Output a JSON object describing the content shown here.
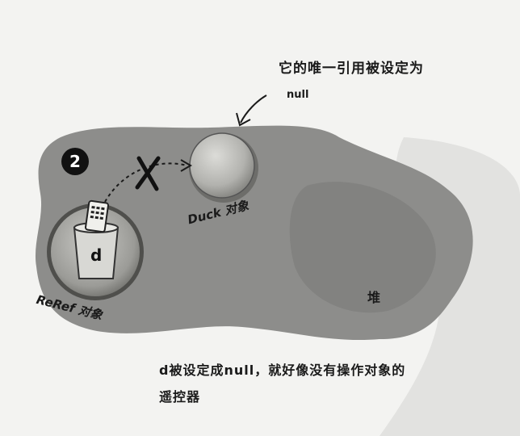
{
  "annotations": {
    "reference_null": "它的唯一引用被设定为",
    "null_word": "null",
    "caption_line1": "d被设定成null，就好像没有操作对象的",
    "caption_line2": "遥控器",
    "heap": "堆",
    "duck_object": "Duck 对象",
    "reref_object": "ReRef 对象",
    "step_number": "2",
    "remote_letter": "d"
  },
  "colors": {
    "heap": "#8d8d8b",
    "background": "#f3f3f1",
    "badge": "#111111"
  },
  "icons": [
    "cross-icon",
    "remote-control-icon",
    "cup-icon",
    "arrow-icon"
  ]
}
